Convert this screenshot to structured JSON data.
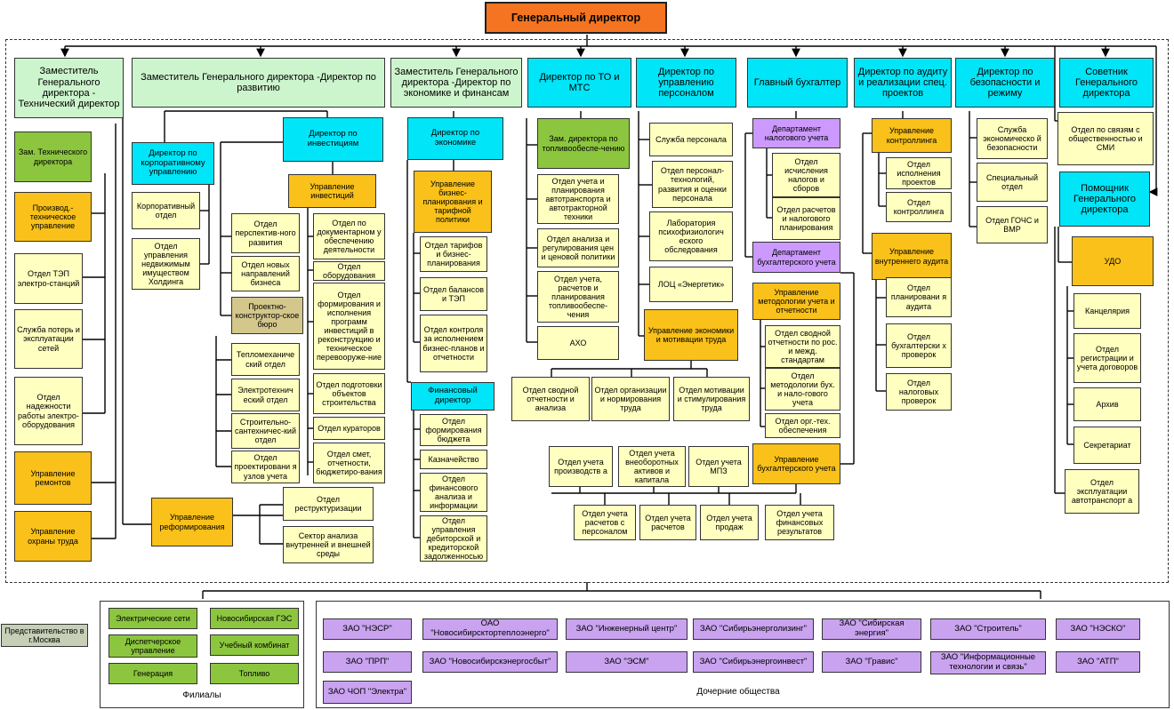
{
  "ceo": "Генеральный директор",
  "deputies": {
    "tech": "Заместитель Генерального директора - Технический директор",
    "dev": "Заместитель Генерального директора -Директор по развитию",
    "econ": "Заместитель Генерального директора -Директор по экономике и финансам",
    "tomts": "Директор по ТО и МТС",
    "hr": "Директор по управлению персоналом",
    "acc": "Главный бухгалтер",
    "audit": "Директор по аудиту и реализации спец. проектов",
    "sec": "Директор по безопасности и режиму",
    "adv": "Советник Генерального директора"
  },
  "tech": {
    "zam": "Зам. Технического директора",
    "pto": "Производ.-техническое управление",
    "tep": "Отдел ТЭП электро-станций",
    "loss": "Служба потерь и эксплуатации сетей",
    "reliab": "Отдел надежности работы электро-оборудования",
    "repair": "Управление ремонтов",
    "safety": "Управление охраны труда"
  },
  "dev": {
    "corp_dir": "Директор по корпоративному управлению",
    "corp_dept": "Корпоративный отдел",
    "property": "Отдел управления недвижимым имуществом Холдинга",
    "inv_dir": "Директор по инвестициям",
    "inv_mgmt": "Управление инвестиций",
    "persp": "Отдел перспектив-ного развития",
    "newdir": "Отдел новых направлений бизнеса",
    "docs": "Отдел по документарном у обеспечению деятельности",
    "equip": "Отдел оборудования",
    "programs": "Отдел формирования и исполнения программ инвестиций в реконструкцию и техническое перевооруже-ние",
    "pkb": "Проектно-конструктор-ское бюро",
    "thermo": "Тепломеханиче ский отдел",
    "electro": "Электротехнич еский отдел",
    "build": "Строительно-сантехничес-кий отдел",
    "design": "Отдел проектировани я узлов учета",
    "prep": "Отдел подготовки объектов строительства",
    "curators": "Отдел кураторов",
    "estimates": "Отдел смет, отчетности, бюджетиро-вания",
    "reform": "Управление реформирования",
    "restruct": "Отдел реструктуризации",
    "env": "Сектор анализа внутренней и внешней среды"
  },
  "econ": {
    "dir": "Директор по экономике",
    "planning": "Управление бизнес-планирования и тарифной политики",
    "tariffs": "Отдел тарифов и бизнес-планирования",
    "balance": "Отдел балансов и ТЭП",
    "control": "Отдел контроля за исполнением бизнес-планов и отчетности",
    "fin_dir": "Финансовый директор",
    "budget": "Отдел формирования бюджета",
    "treasury": "Казначейство",
    "analysis": "Отдел финансового анализа и информации",
    "debt": "Отдел управления дебиторской и кредиторской задолженносью"
  },
  "tomts": {
    "zam": "Зам. директора по топливообеспе-чению",
    "fuel": "Отдел учета и планирования автотранспорта и автотракторной техники",
    "prices": "Отдел анализа и регулирования цен и ценовой политики",
    "accounting": "Отдел учета, расчетов и планирования топливообеспе-чения",
    "aho": "АХО"
  },
  "hr": {
    "service": "Служба персонала",
    "tech": "Отдел персонал-технологий, развития и оценки персонала",
    "lab": "Лаборатория психофизиологич еского обследования",
    "loc": "ЛОЦ «Энергетик»",
    "econ_mgmt": "Управление экономики и мотивации труда",
    "summary": "Отдел сводной отчетности и анализа",
    "org": "Отдел организации и нормирования труда",
    "motiv": "Отдел мотивации и стимулирования труда"
  },
  "acc": {
    "tax_dept": "Департамент налогового учета",
    "tax_calc": "Отдел исчисления налогов и сборов",
    "tax_plan": "Отдел расчетов и налогового планирования",
    "buh_dept": "Департамент бухгалтерского учета",
    "method": "Управление методологии учета и отчетности",
    "intl": "Отдел сводной отчетности по рос. и межд. стандартам",
    "method_dept": "Отдел методологии бух. и нало-гового учета",
    "tech_support": "Отдел орг.-тех. обеспечения",
    "buh_mgmt": "Управление бухгалтерского учета",
    "prod": "Отдел учета производств а",
    "assets": "Отдел учета внеоборотных активов и капитала",
    "mpz": "Отдел учета МПЗ",
    "staff": "Отдел учета расчетов с персоналом",
    "settlements": "Отдел учета расчетов",
    "sales": "Отдел учета продаж",
    "results": "Отдел учета финансовых результатов"
  },
  "audit": {
    "control_mgmt": "Управление контроллинга",
    "projects": "Отдел исполнения проектов",
    "control_dept": "Отдел контроллинга",
    "internal": "Управление внутреннего аудита",
    "planning": "Отдел планировани я аудита",
    "buh_checks": "Отдел бухгалтерски х проверок",
    "tax_checks": "Отдел налоговых проверок"
  },
  "sec": {
    "econ": "Служба экономическо й безопасности",
    "special": "Специальный отдел",
    "gochs": "Отдел ГОЧС и ВМР"
  },
  "adv": {
    "pr": "Отдел по связям с общественностью и СМИ",
    "assistant": "Помощник Генерального директора",
    "udo": "УДО",
    "office": "Канцелярия",
    "contracts": "Отдел регистрации и учета договоров",
    "archive": "Архив",
    "secretariat": "Секретариат",
    "transport": "Отдел эксплуатации автотранспорт а"
  },
  "moscow": "Представительство в г.Москва",
  "branches": {
    "caption": "Филиалы",
    "items": [
      "Электрические сети",
      "Новосибирская ГЭС",
      "Диспетчерское управление",
      "Учебный комбинат",
      "Генерация",
      "Топливо"
    ]
  },
  "subsidiaries": {
    "caption": "Дочерние общества",
    "items": [
      "ЗАО \"НЭСР\"",
      "ОАО \"Новосибирсктортеплоэнерго\"",
      "ЗАО \"Инженерный центр\"",
      "ЗАО \"Сибирьэнерголизинг\"",
      "ЗАО \"Сибирская энергия\"",
      "ЗАО \"Строитель\"",
      "ЗАО \"НЭСКО\"",
      "ЗАО \"ПРП\"",
      "ЗАО \"Новосибирскэнергосбыт\"",
      "ЗАО \"ЭСМ\"",
      "ЗАО \"Сибирьэнергоинвест\"",
      "ЗАО \"Гравис\"",
      "ЗАО \"Информационные технологии и связь\"",
      "ЗАО \"АТП\"",
      "ЗАО ЧОП \"Электра\""
    ]
  }
}
